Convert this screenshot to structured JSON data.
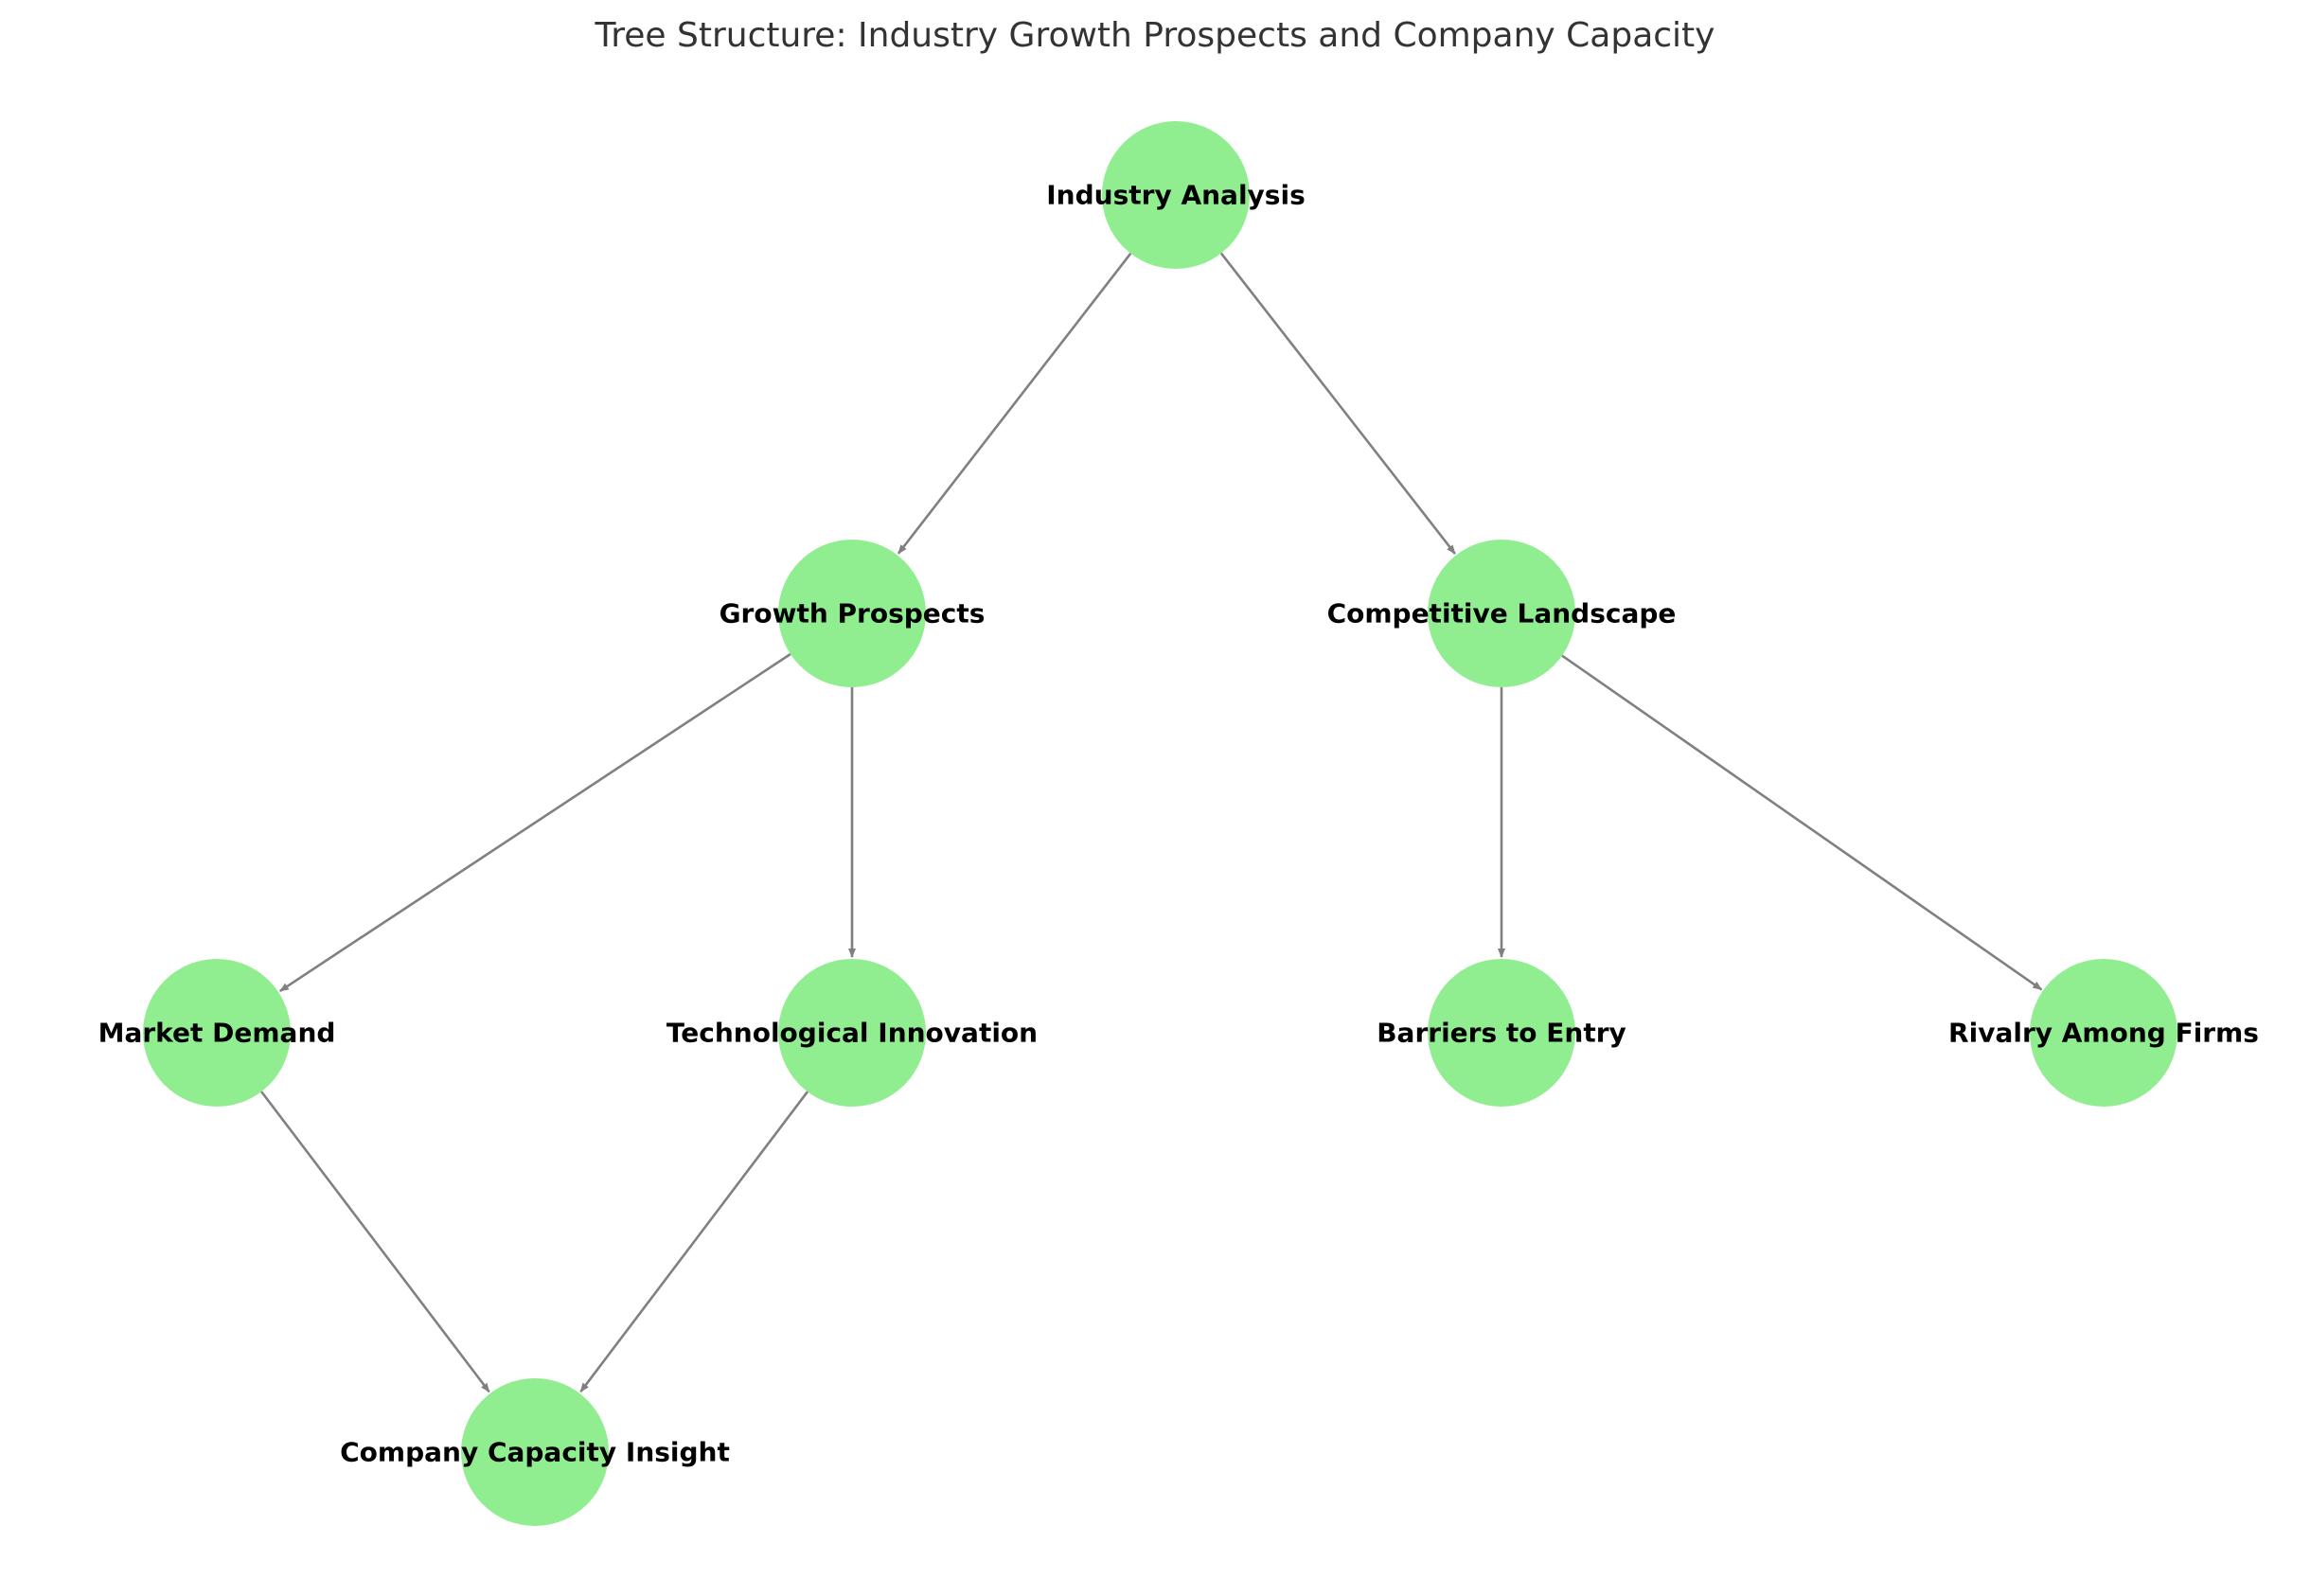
{
  "diagram": {
    "title": "Tree Structure: Industry Growth Prospects and Company Capacity",
    "colors": {
      "node_fill": "#90EE90",
      "edge": "#808080",
      "label": "#000000",
      "title": "#333333"
    },
    "nodes": [
      {
        "id": "industry-analysis",
        "label": "Industry Analysis"
      },
      {
        "id": "growth-prospects",
        "label": "Growth Prospects"
      },
      {
        "id": "competitive-landscape",
        "label": "Competitive Landscape"
      },
      {
        "id": "market-demand",
        "label": "Market Demand"
      },
      {
        "id": "technological-innovation",
        "label": "Technological Innovation"
      },
      {
        "id": "barriers-to-entry",
        "label": "Barriers to Entry"
      },
      {
        "id": "rivalry-among-firms",
        "label": "Rivalry Among Firms"
      },
      {
        "id": "company-capacity-insight",
        "label": "Company Capacity Insight"
      }
    ],
    "edges": [
      {
        "from": "industry-analysis",
        "to": "growth-prospects"
      },
      {
        "from": "industry-analysis",
        "to": "competitive-landscape"
      },
      {
        "from": "growth-prospects",
        "to": "market-demand"
      },
      {
        "from": "growth-prospects",
        "to": "technological-innovation"
      },
      {
        "from": "competitive-landscape",
        "to": "barriers-to-entry"
      },
      {
        "from": "competitive-landscape",
        "to": "rivalry-among-firms"
      },
      {
        "from": "market-demand",
        "to": "company-capacity-insight"
      },
      {
        "from": "technological-innovation",
        "to": "company-capacity-insight"
      }
    ]
  }
}
